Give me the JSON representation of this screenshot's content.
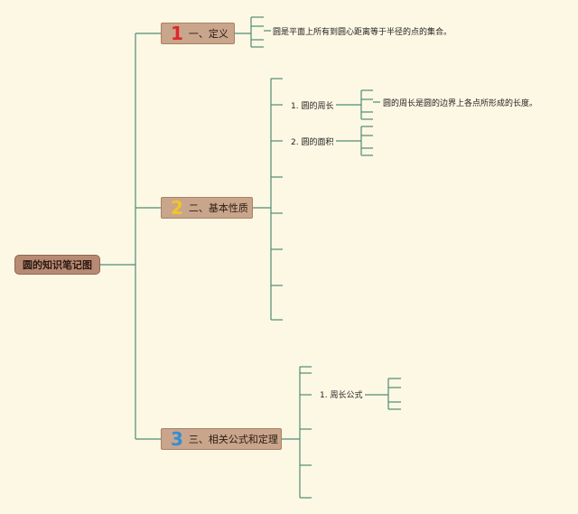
{
  "root": {
    "label": "圆的知识笔记图"
  },
  "branches": [
    {
      "num": "1",
      "num_color": "#e0262d",
      "label": "一、定义"
    },
    {
      "num": "2",
      "num_color": "#f0c52a",
      "label": "二、基本性质"
    },
    {
      "num": "3",
      "num_color": "#2f8fd6",
      "label": "三、相关公式和定理"
    }
  ],
  "definition_text": "圆是平面上所有到圆心距离等于半径的点的集合。",
  "sub_items": {
    "perimeter": "1. 圆的周长",
    "area": "2. 圆的面积",
    "perimeter_formula": "1. 周长公式"
  },
  "perimeter_note": "圆的周长是圆的边界上各点所形成的长度。",
  "colors": {
    "background": "#fdf8e4",
    "line": "#4f8c73",
    "root_fill": "#b98a73",
    "branch_fill": "#c9a58b"
  }
}
